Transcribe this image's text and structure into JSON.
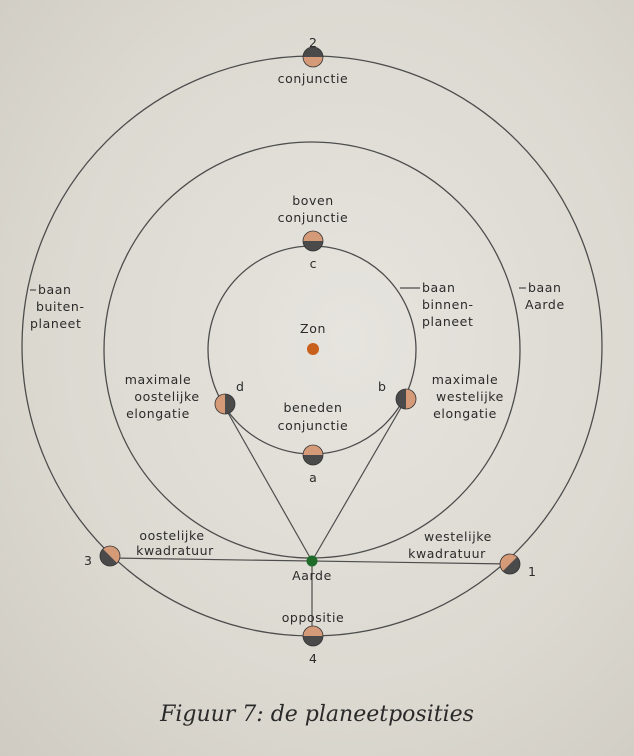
{
  "diagram": {
    "labels": {
      "conjunctie": "conjunctie",
      "boven_1": "boven",
      "boven_2": "conjunctie",
      "zon": "Zon",
      "beneden_1": "beneden",
      "beneden_2": "conjunctie",
      "max_oost_1": "maximale",
      "max_oost_2": "oostelijke",
      "max_oost_3": "elongatie",
      "max_west_1": "maximale",
      "max_west_2": "westelijke",
      "max_west_3": "elongatie",
      "baan_buiten_1": "baan",
      "baan_buiten_2": "buiten-",
      "baan_buiten_3": "planeet",
      "baan_binnen_1": "baan",
      "baan_binnen_2": "binnen-",
      "baan_binnen_3": "planeet",
      "baan_aarde_1": "baan",
      "baan_aarde_2": "Aarde",
      "oost_kwad_1": "oostelijke",
      "oost_kwad_2": "kwadratuur",
      "west_kwad_1": "westelijke",
      "west_kwad_2": "kwadratuur",
      "aarde": "Aarde",
      "oppositie": "oppositie"
    },
    "position_labels": {
      "n1": "1",
      "n2": "2",
      "n3": "3",
      "n4": "4",
      "a": "a",
      "b": "b",
      "c": "c",
      "d": "d"
    },
    "colors": {
      "planet_light": "#d59a78",
      "planet_dark": "#4a4a4a",
      "sun": "#c85f1a",
      "earth": "#1f6b2a"
    }
  },
  "caption": "Figuur 7: de planeetposities"
}
